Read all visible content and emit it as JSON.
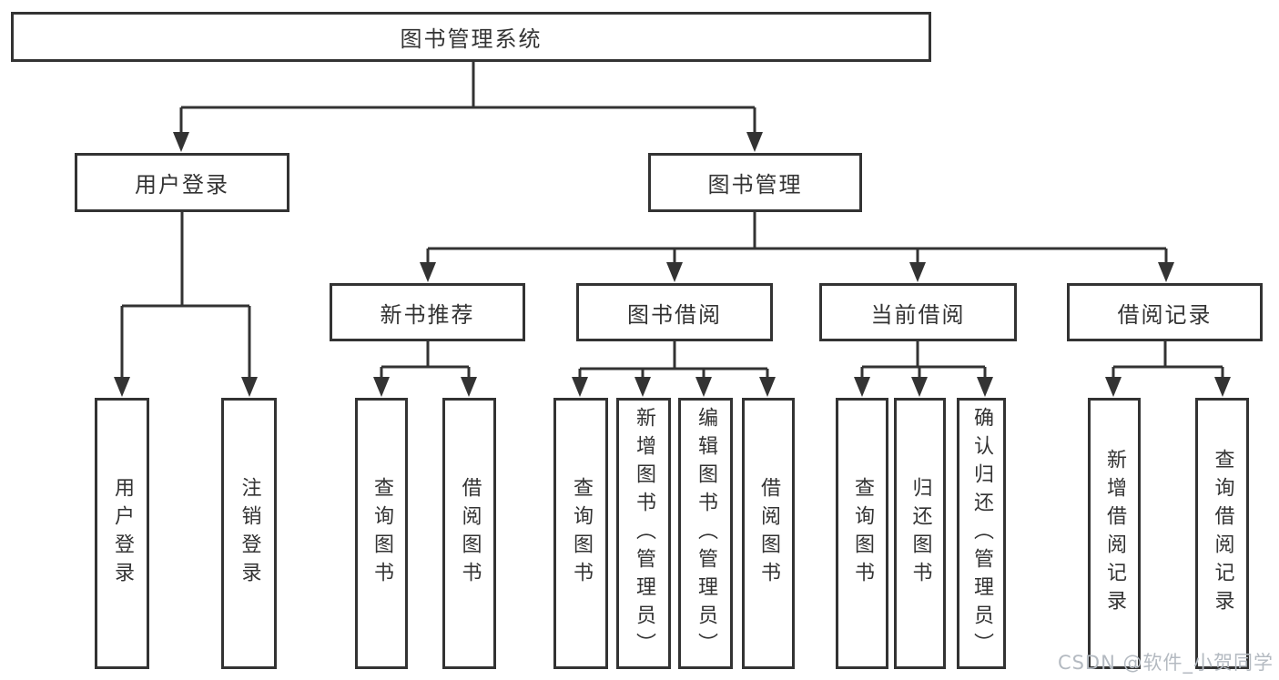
{
  "diagram": {
    "type": "hierarchy-tree",
    "title": "图书管理系统",
    "tree": {
      "root": {
        "label": "图书管理系统"
      },
      "user_login": {
        "label": "用户登录",
        "children": [
          {
            "label": "用户登录"
          },
          {
            "label": "注销登录"
          }
        ]
      },
      "book_mgmt": {
        "label": "图书管理",
        "children": [
          {
            "label": "新书推荐",
            "children": [
              {
                "label": "查询图书"
              },
              {
                "label": "借阅图书"
              }
            ]
          },
          {
            "label": "图书借阅",
            "children": [
              {
                "label": "查询图书"
              },
              {
                "label": "新增图书（管理员）"
              },
              {
                "label": "编辑图书（管理员）"
              },
              {
                "label": "借阅图书"
              }
            ]
          },
          {
            "label": "当前借阅",
            "children": [
              {
                "label": "查询图书"
              },
              {
                "label": "归还图书"
              },
              {
                "label": "确认归还（管理员）"
              }
            ]
          },
          {
            "label": "借阅记录",
            "children": [
              {
                "label": "新增借阅记录"
              },
              {
                "label": "查询借阅记录"
              }
            ]
          }
        ]
      }
    },
    "colors": {
      "line": "#333333",
      "box_border": "#333333",
      "box_fill": "#ffffff",
      "text": "#333333",
      "watermark": "#b4bac1",
      "background": "#ffffff"
    }
  },
  "watermark": {
    "text": "CSDN @软件_小贺同学"
  }
}
